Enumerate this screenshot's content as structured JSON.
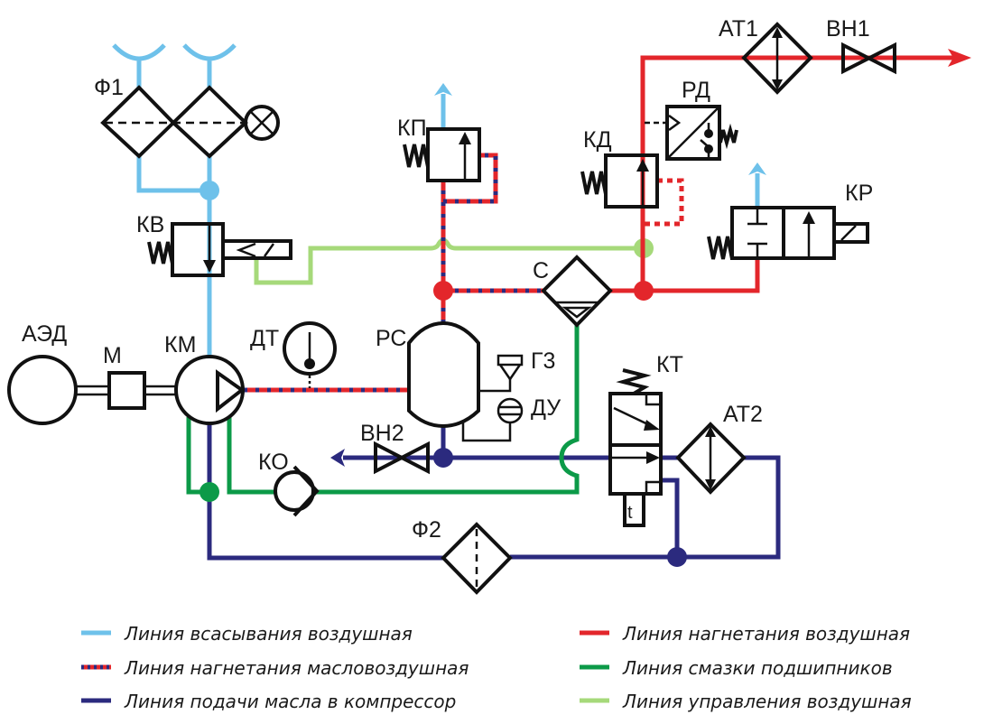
{
  "colors": {
    "suction_air": "#6ec1ea",
    "discharge_air": "#e3262b",
    "oil_feed": "#2b2a7e",
    "bearing_lube": "#0c9a48",
    "control_air": "#a6d97a",
    "symbols": "#111111"
  },
  "components": {
    "f1": "Ф1",
    "kv": "КВ",
    "kp": "КП",
    "kd": "КД",
    "rd": "РД",
    "at1": "АТ1",
    "vn1": "ВН1",
    "kr": "КР",
    "s": "С",
    "aed": "АЭД",
    "m": "М",
    "km": "КМ",
    "dt": "ДТ",
    "rs": "РС",
    "gz": "Г3",
    "du": "ДУ",
    "vn2": "ВН2",
    "ko": "КО",
    "kt": "КТ",
    "at2": "АТ2",
    "f2": "Ф2",
    "kt_timer": "t"
  },
  "legend": [
    {
      "label": "Линия всасывания воздушная",
      "color": "#6ec1ea",
      "style": "solid"
    },
    {
      "label": "Линия нагнетания масловоздушная",
      "color": "#e3262b",
      "style": "red-navy-dashed"
    },
    {
      "label": "Линия подачи масла в компрессор",
      "color": "#2b2a7e",
      "style": "solid"
    },
    {
      "label": "Линия нагнетания воздушная",
      "color": "#e3262b",
      "style": "solid"
    },
    {
      "label": "Линия смазки подшипников",
      "color": "#0c9a48",
      "style": "solid"
    },
    {
      "label": "Линия управления воздушная",
      "color": "#a6d97a",
      "style": "solid"
    }
  ]
}
